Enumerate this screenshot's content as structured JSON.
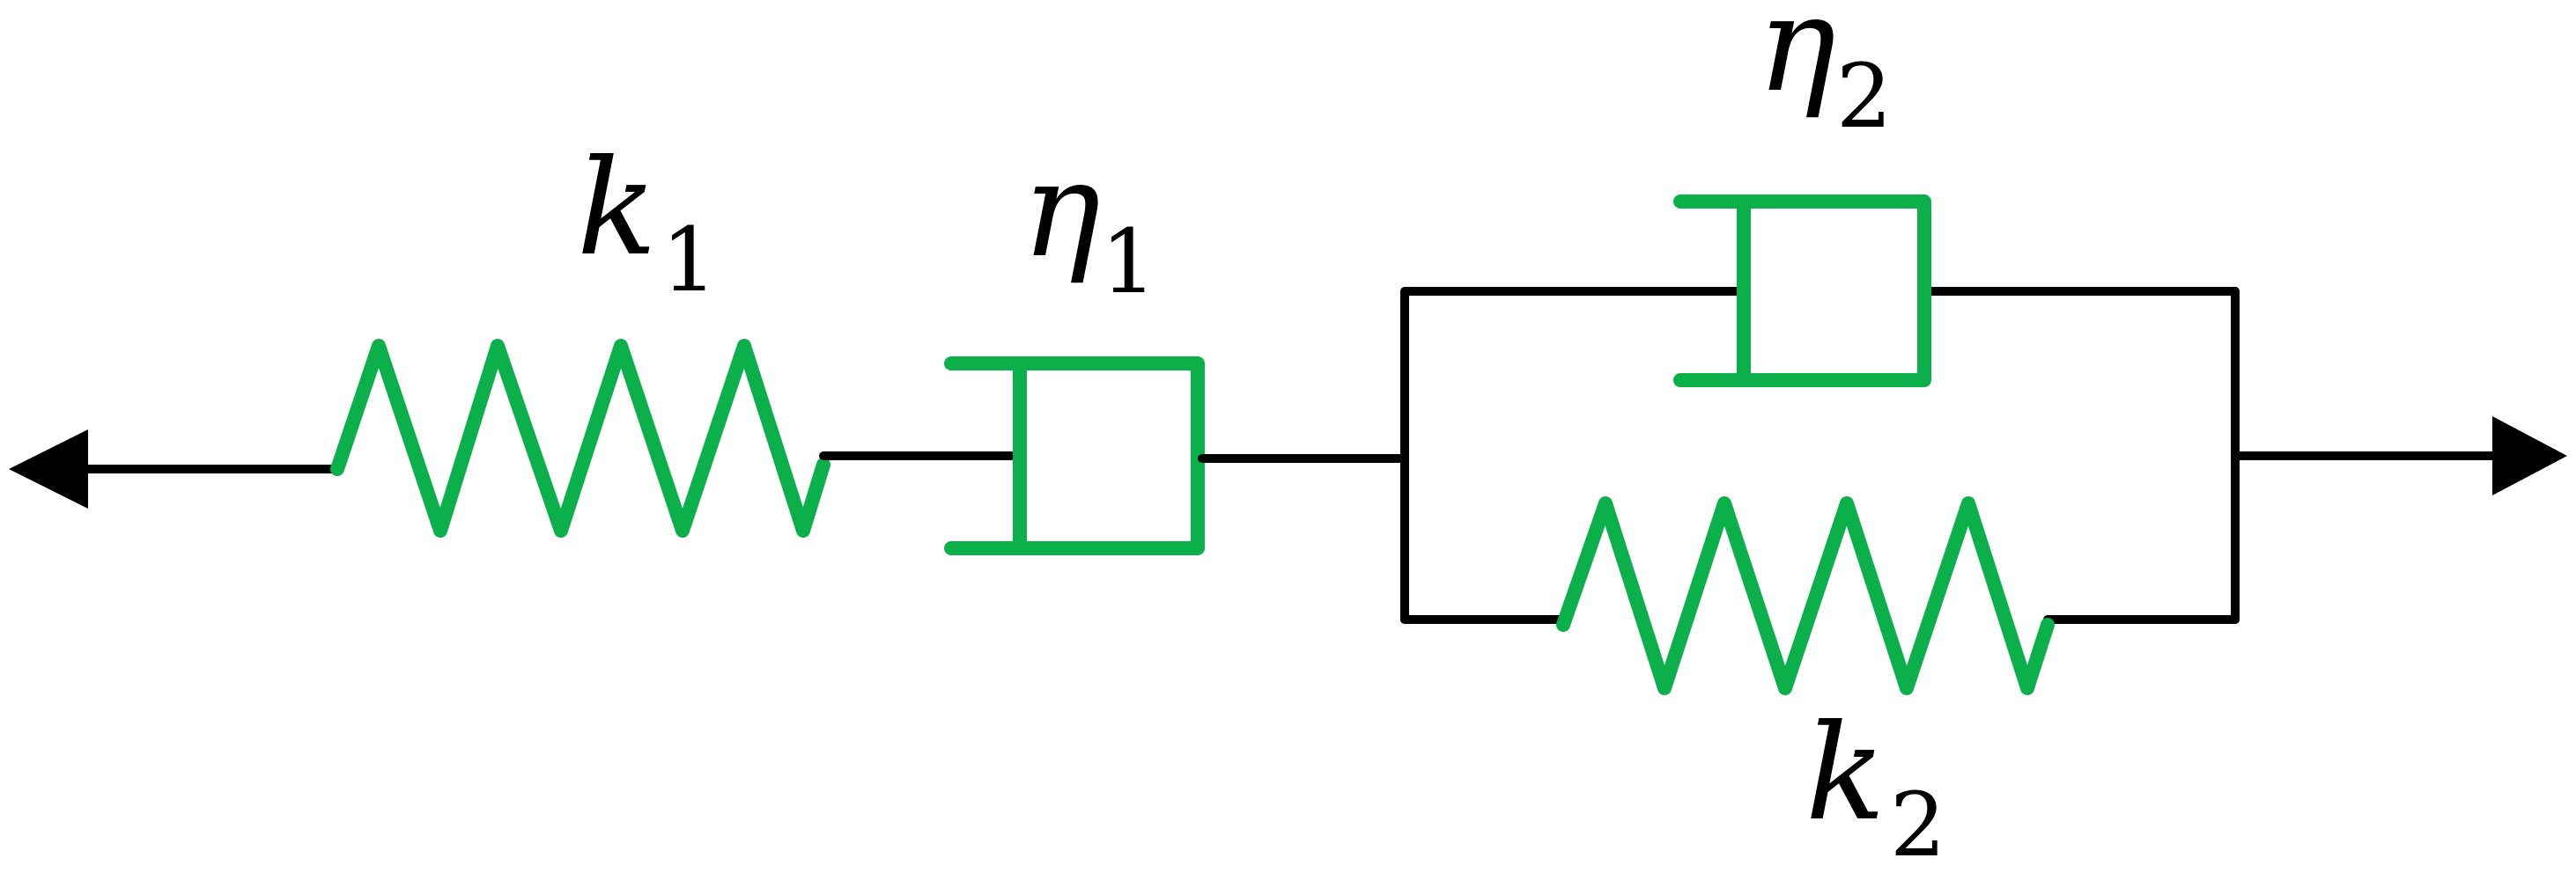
{
  "labels": {
    "k1": {
      "symbol": "k",
      "subscript": "1"
    },
    "eta1": {
      "symbol": "η",
      "subscript": "1"
    },
    "eta2": {
      "symbol": "η",
      "subscript": "2"
    },
    "k2": {
      "symbol": "k",
      "subscript": "2"
    }
  },
  "colors": {
    "element": "#0bb04b",
    "wire": "#000000"
  }
}
